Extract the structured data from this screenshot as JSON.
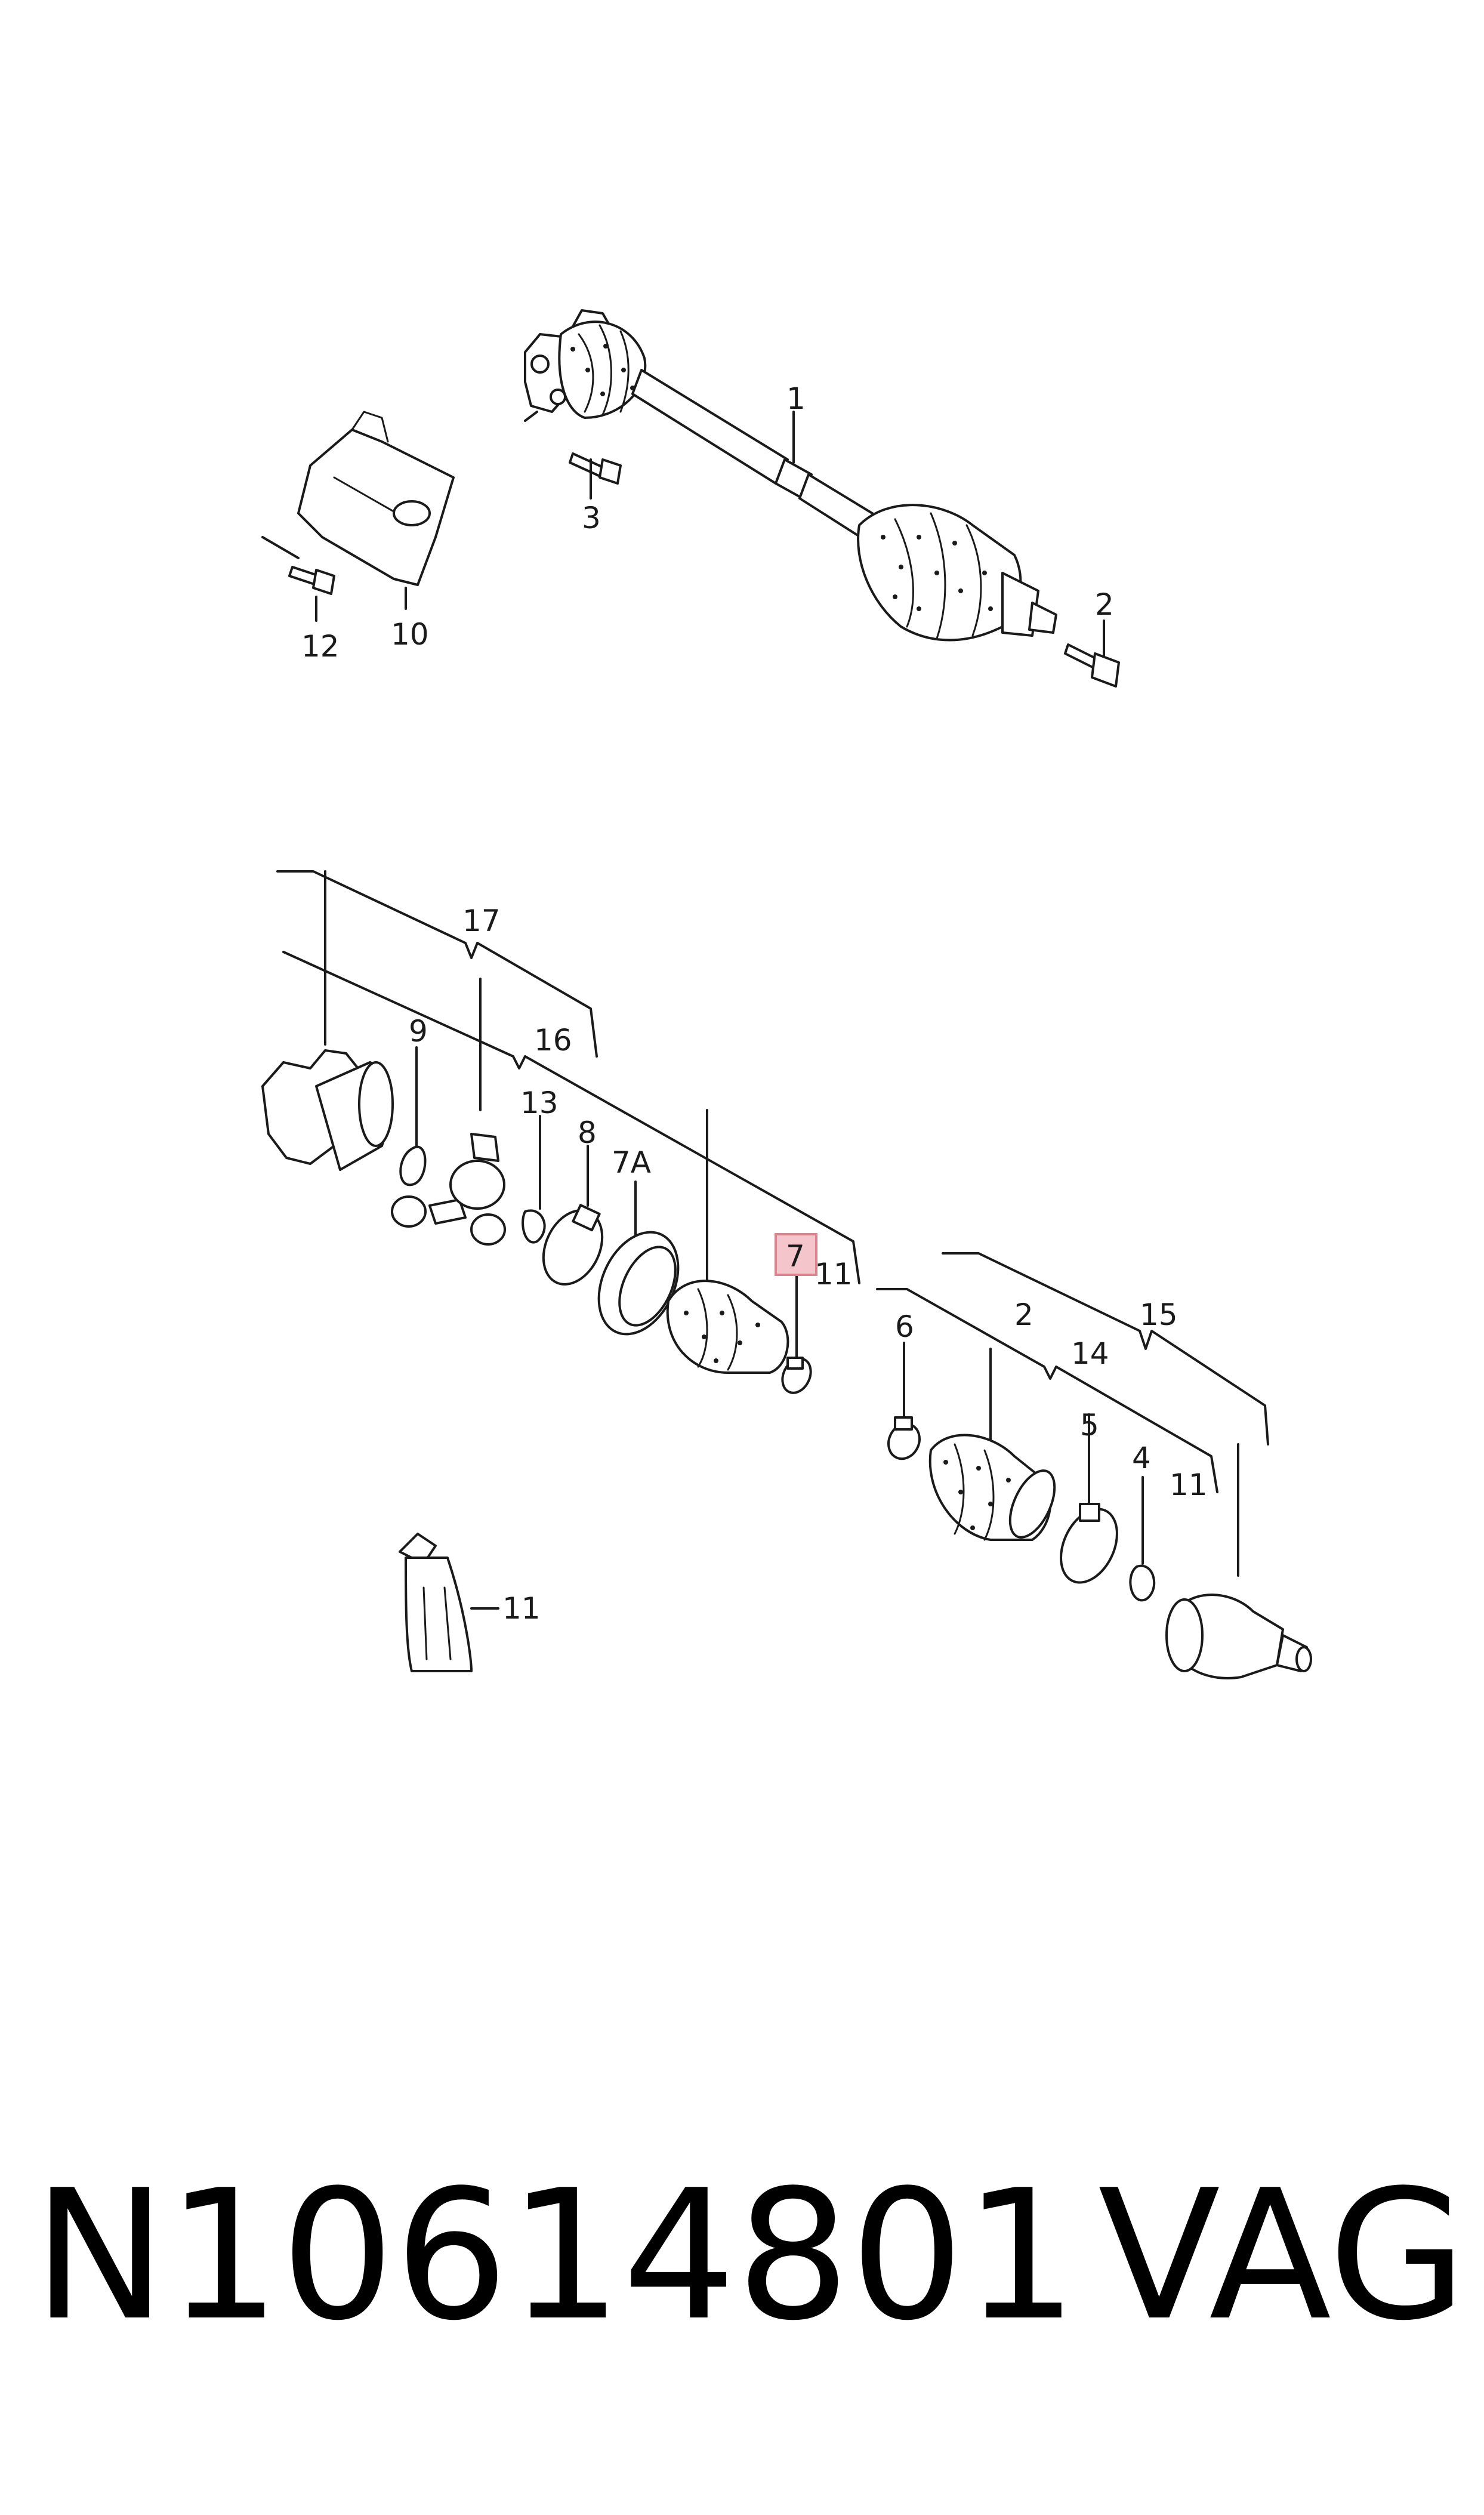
{
  "callouts": {
    "c1": "1",
    "c2a": "2",
    "c3": "3",
    "c10": "10",
    "c12": "12",
    "c17": "17",
    "c16": "16",
    "c9": "9",
    "c13": "13",
    "c8": "8",
    "c7a": "7A",
    "c7": "7",
    "c11a": "11",
    "c6": "6",
    "c2b": "2",
    "c15": "15",
    "c14": "14",
    "c5": "5",
    "c4": "4",
    "c11b": "11",
    "c11c": "11"
  },
  "highlighted_callout": "7",
  "footer": {
    "part_number": "N10614801",
    "brand": "VAG"
  },
  "colors": {
    "highlight_fill": "#f4c6cc",
    "highlight_border": "#d9848f",
    "ink": "#1a1a1a"
  }
}
